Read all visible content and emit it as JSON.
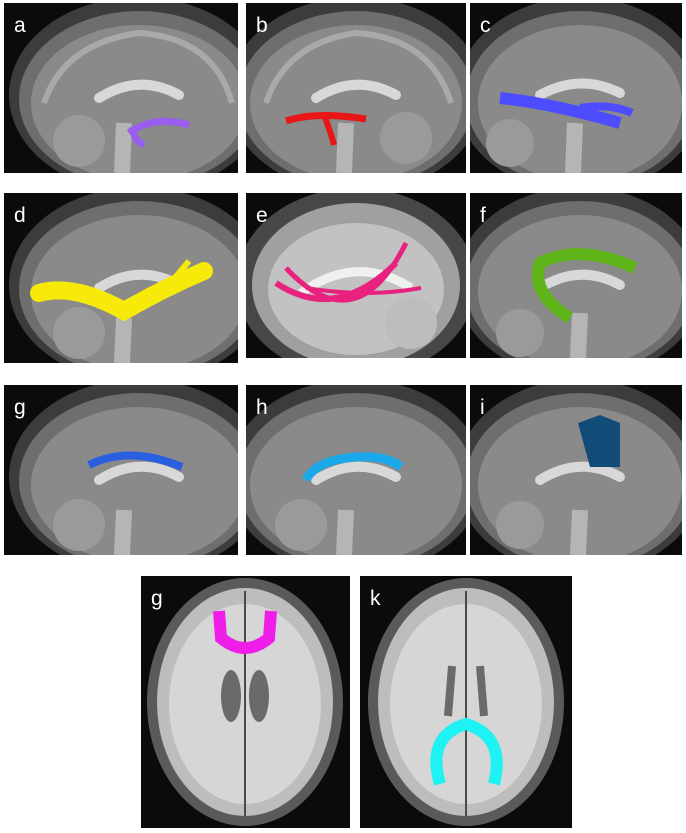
{
  "figure": {
    "panels": [
      {
        "label": "a",
        "tract_color": "#9b5cf0"
      },
      {
        "label": "b",
        "tract_color": "#e81616"
      },
      {
        "label": "c",
        "tract_color": "#4d4dff"
      },
      {
        "label": "d",
        "tract_color": "#f7ea0a"
      },
      {
        "label": "e",
        "tract_color": "#e8217e"
      },
      {
        "label": "f",
        "tract_color": "#5fb51a"
      },
      {
        "label": "g",
        "tract_color": "#2a5fe0"
      },
      {
        "label": "h",
        "tract_color": "#1aa8ea"
      },
      {
        "label": "i",
        "tract_color": "#124d7a"
      },
      {
        "label": "g",
        "tract_color": "#ee1ee8"
      },
      {
        "label": "k",
        "tract_color": "#1ef2f2"
      }
    ]
  }
}
